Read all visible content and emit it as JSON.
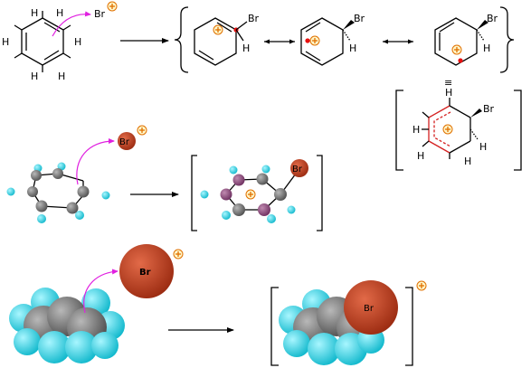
{
  "labels": {
    "H": "H",
    "Br": "Br",
    "equiv": "≡"
  },
  "colors": {
    "carbon": "#6e6e6e",
    "hydrogen": "#22d4e8",
    "bromine": "#c23a1c",
    "charged_carbon": "#8e4a78",
    "curly_arrow": "#e020e0",
    "charge": "#e07000",
    "delocalized_bond": "#d42020"
  },
  "icons": {
    "charge": "plus-in-circle",
    "reaction_arrow": "right-arrow",
    "resonance_arrow": "double-headed-arrow"
  }
}
